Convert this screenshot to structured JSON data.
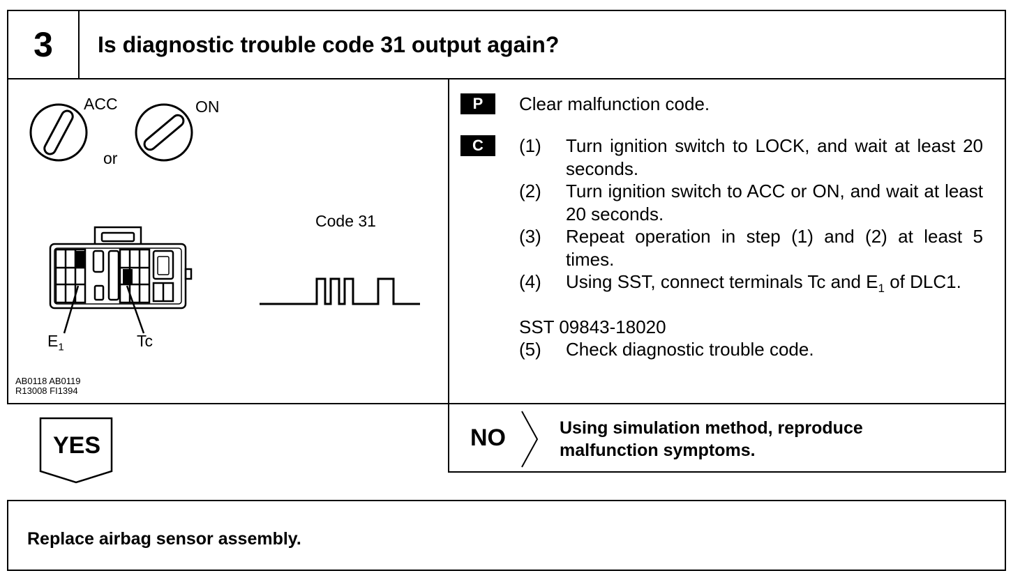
{
  "header": {
    "step_number": "3",
    "question": "Is diagnostic trouble code 31 output again?"
  },
  "illustration": {
    "acc_label": "ACC",
    "on_label": "ON",
    "or_label": "or",
    "code_label": "Code 31",
    "e1_label_main": "E",
    "e1_label_sub": "1",
    "tc_label": "Tc",
    "ref_line1": "AB0118 AB0119",
    "ref_line2": "R13008 FI1394"
  },
  "procedure": {
    "p_badge": "P",
    "p_text": "Clear malfunction code.",
    "c_badge": "C",
    "steps": [
      {
        "num": "(1)",
        "text": "Turn ignition switch to LOCK, and wait at least 20 seconds."
      },
      {
        "num": "(2)",
        "text": "Turn ignition switch to ACC or ON, and wait at least 20 seconds."
      },
      {
        "num": "(3)",
        "text": "Repeat operation in step (1) and (2) at least 5 times."
      },
      {
        "num": "(4)",
        "text_pre": "Using SST, connect terminals Tc and E",
        "text_sub": "1",
        "text_post": " of DLC1."
      },
      {
        "num": "(5)",
        "text": "Check diagnostic trouble code."
      }
    ],
    "sst": "SST 09843-18020"
  },
  "result_yes": "YES",
  "result_no": {
    "label": "NO",
    "line1": "Using simulation method, reproduce",
    "line2": "malfunction symptoms."
  },
  "final_action": "Replace airbag sensor assembly."
}
